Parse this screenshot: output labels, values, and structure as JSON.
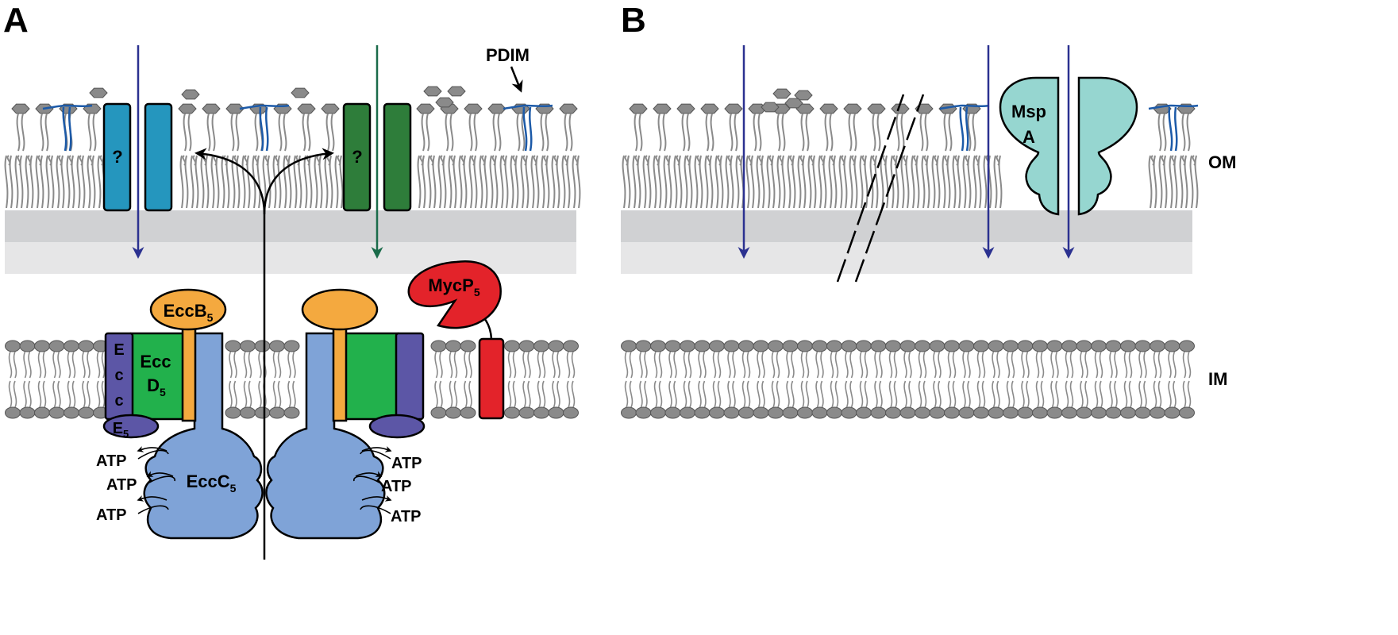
{
  "panels": [
    {
      "letter": "A"
    },
    {
      "letter": "B"
    }
  ],
  "labels": {
    "pdim": "PDIM",
    "unknown_channel_mark": "?",
    "om": "OM",
    "im": "IM",
    "mspa_line1": "Msp",
    "mspa_line2": "A",
    "eccb_text": "EccB",
    "eccb_sub": "5",
    "eccd_line1": "Ecc",
    "eccd_line2": "D",
    "eccd_sub": "5",
    "ecce_letters": [
      "E",
      "c",
      "c"
    ],
    "ecce_last": "E",
    "ecce_sub": "5",
    "eccc_text": "EccC",
    "eccc_sub": "5",
    "mycp_text": "MycP",
    "mycp_sub": "5",
    "atp": "ATP"
  },
  "colors": {
    "channel_blue": "#2596be",
    "channel_green": "#2e7d3a",
    "arrow_blue": "#2b3190",
    "arrow_green": "#1a6b4a",
    "pdim_line": "#1c5aa8",
    "lipid_grey": "#8a8a8a",
    "eccb_orange": "#f4a93f",
    "eccd_green": "#22b14c",
    "ecce_purple": "#5c56a6",
    "eccc_blue": "#7fa3d7",
    "mycp_red": "#e3232a",
    "mspa_teal": "#96d6d0",
    "periplasm_dark": "#d0d1d3",
    "periplasm_light": "#e6e6e7"
  }
}
